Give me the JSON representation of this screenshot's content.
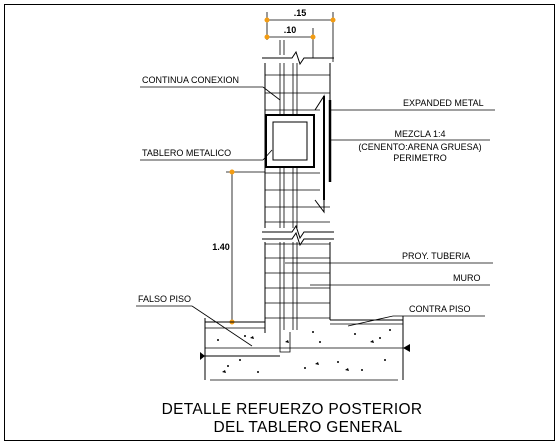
{
  "labels": {
    "continua_conexion": "CONTINUA CONEXION",
    "tablero_metalico": "TABLERO METALICO",
    "expanded_metal": "EXPANDED METAL",
    "mezcla_line1": "MEZCLA 1:4",
    "mezcla_line2": "(CENENTO:ARENA GRUESA)",
    "mezcla_line3": "PERIMETRO",
    "proy_tuberia": "PROY. TUBERIA",
    "muro": "MURO",
    "falso_piso": "FALSO PISO",
    "contra_piso": "CONTRA PISO"
  },
  "dimensions": {
    "top_width": ".15",
    "inner_width": ".10",
    "height": "1.40"
  },
  "title": {
    "line1": "DETALLE REFUERZO POSTERIOR",
    "line2": "DEL TABLERO GENERAL"
  },
  "colors": {
    "line": "#000000",
    "marker": "#f39c12",
    "background": "#ffffff"
  }
}
